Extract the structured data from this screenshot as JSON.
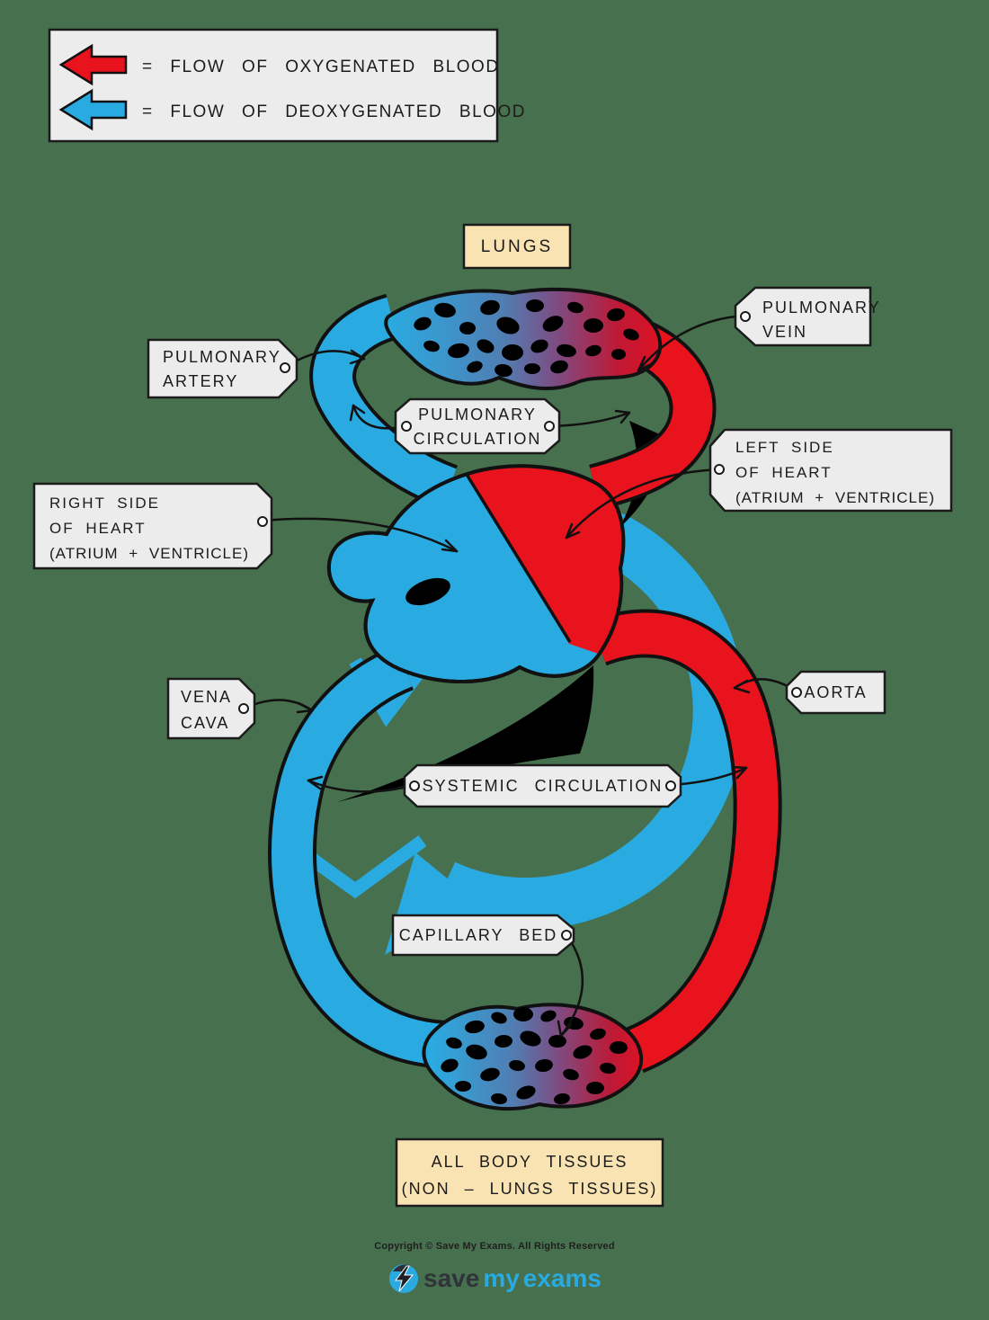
{
  "background_color": "#47704E",
  "colors": {
    "oxygenated": "#E8131D",
    "deoxygenated": "#29ABE2",
    "tag_fill": "#ECECEC",
    "organ_fill": "#FAE3B2",
    "outline": "#1b1b1b"
  },
  "legend": {
    "rows": [
      {
        "icon": "red-left-block-arrow",
        "label": "= FLOW OF OXYGENATED BLOOD"
      },
      {
        "icon": "blue-left-block-arrow",
        "label": "= FLOW OF DEOXYGENATED BLOOD"
      }
    ]
  },
  "organs": {
    "lungs": "LUNGS",
    "body_line1": "ALL BODY TISSUES",
    "body_line2": "(NON – LUNGS TISSUES)"
  },
  "tags": {
    "pulmonary_vein": {
      "line1": "PULMONARY",
      "line2": "VEIN"
    },
    "pulmonary_artery": {
      "line1": "PULMONARY",
      "line2": "ARTERY"
    },
    "pulmonary_circulation": {
      "line1": "PULMONARY",
      "line2": "CIRCULATION"
    },
    "left_heart": {
      "line1": "LEFT SIDE",
      "line2": "OF HEART",
      "line3": "(ATRIUM + VENTRICLE)"
    },
    "right_heart": {
      "line1": "RIGHT SIDE",
      "line2": "OF HEART",
      "line3": "(ATRIUM + VENTRICLE)"
    },
    "vena_cava": {
      "line1": "VENA",
      "line2": "CAVA"
    },
    "aorta": {
      "line1": "AORTA"
    },
    "systemic_circulation": {
      "line1": "SYSTEMIC CIRCULATION"
    },
    "capillary_bed": {
      "line1": "CAPILLARY BED"
    }
  },
  "footer": {
    "copyright": "Copyright © Save My Exams. All Rights Reserved",
    "logo": {
      "save": "save",
      "my": "my",
      "exams": "exams"
    }
  }
}
